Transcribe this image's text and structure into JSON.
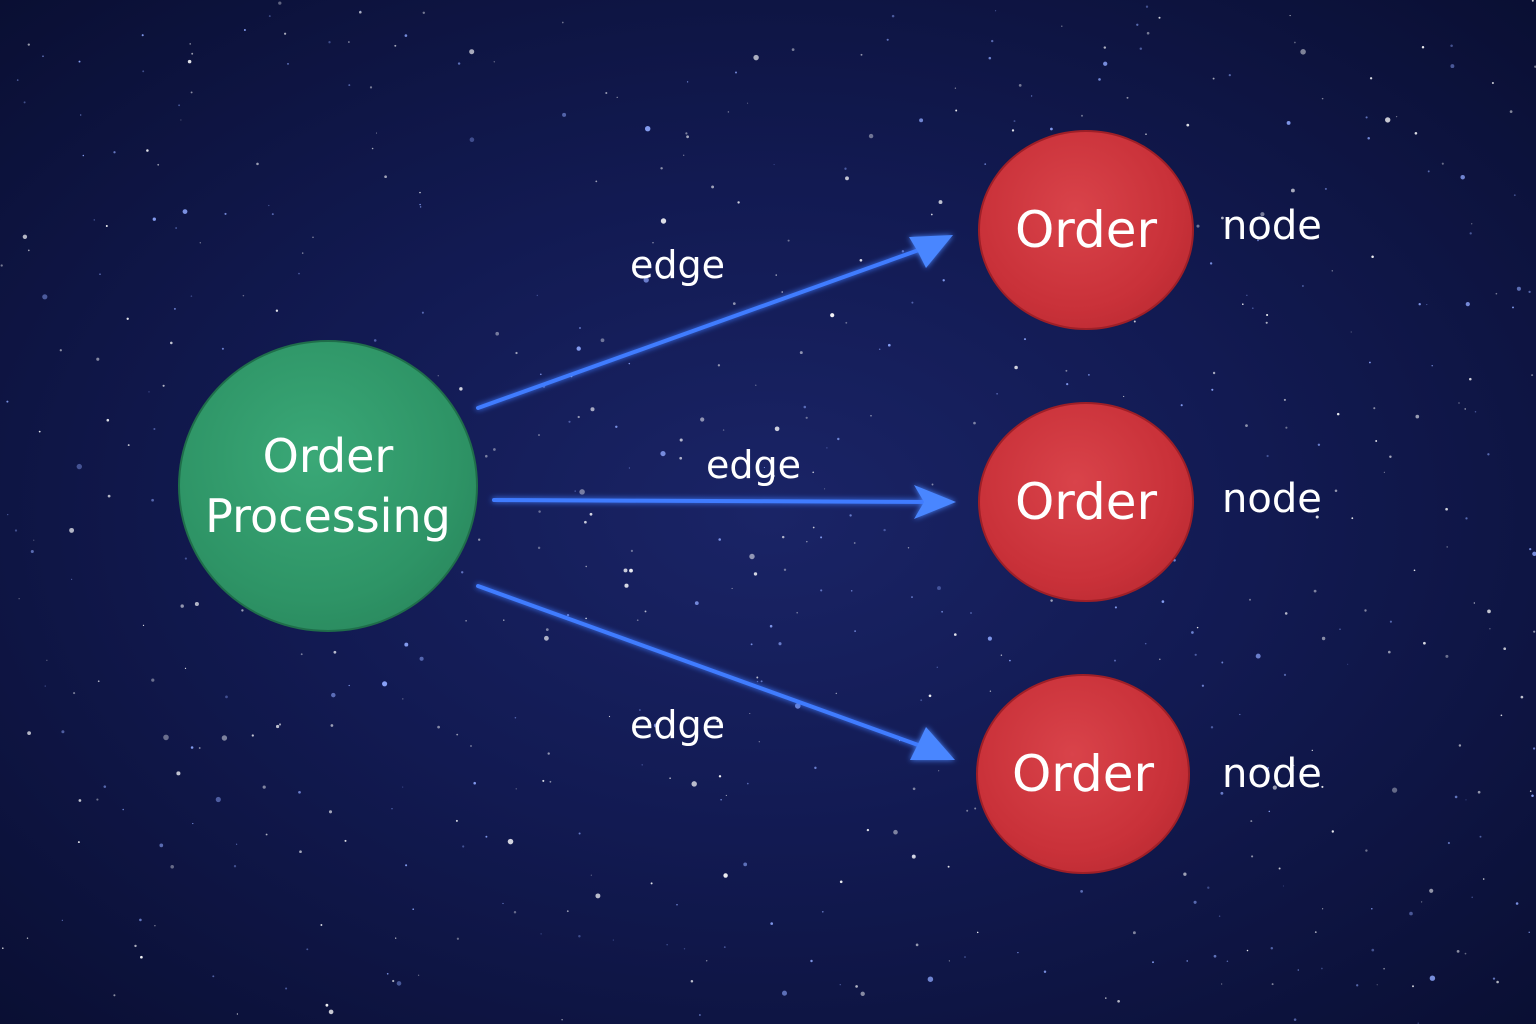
{
  "diagram": {
    "source_node": {
      "line1": "Order",
      "line2": "Processing",
      "color": "#2e9466"
    },
    "target_nodes": [
      {
        "label": "Order",
        "type_label": "node",
        "color": "#c93139"
      },
      {
        "label": "Order",
        "type_label": "node",
        "color": "#c93139"
      },
      {
        "label": "Order",
        "type_label": "node",
        "color": "#c93139"
      }
    ],
    "edges": [
      {
        "label": "edge",
        "from": "Order Processing",
        "to": "Order"
      },
      {
        "label": "edge",
        "from": "Order Processing",
        "to": "Order"
      },
      {
        "label": "edge",
        "from": "Order Processing",
        "to": "Order"
      }
    ],
    "edge_color": "#3f7bff",
    "background_color": "#121a52"
  }
}
